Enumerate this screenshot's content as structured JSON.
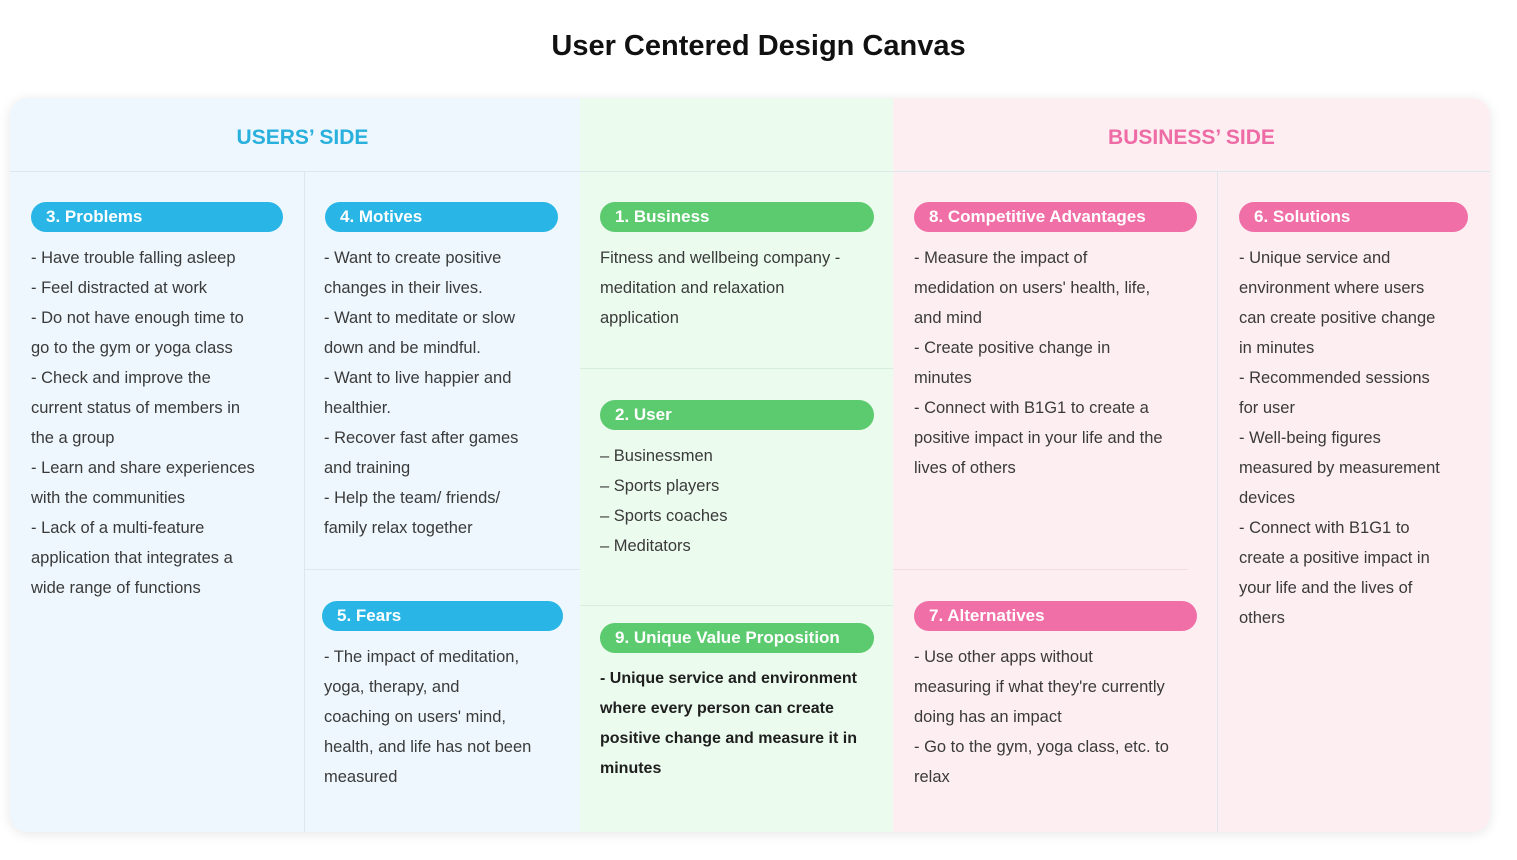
{
  "title": "User Centered Design Canvas",
  "sides": {
    "users": "USERS’ SIDE",
    "business": "BUSINESS’ SIDE"
  },
  "colors": {
    "users_accent": "#29b6e6",
    "center_accent": "#5cca6e",
    "business_accent": "#f06fa7"
  },
  "sections": {
    "problems": {
      "title": "3. Problems",
      "lines": [
        "- Have trouble falling asleep",
        "- Feel distracted at work",
        "- Do not have enough time to",
        "go to the gym or yoga class",
        "- Check and improve the",
        "current status of members in",
        "the a group",
        "- Learn and share experiences",
        "with the communities",
        "- Lack of a multi-feature",
        "application that integrates a",
        "wide range of functions"
      ]
    },
    "motives": {
      "title": "4. Motives",
      "lines": [
        "- Want to create positive",
        "changes in their lives.",
        "- Want to meditate or slow",
        "down and be mindful.",
        "- Want to live happier and",
        "healthier.",
        "- Recover fast after games",
        "and training",
        "- Help the team/ friends/",
        "family relax together"
      ]
    },
    "fears": {
      "title": "5. Fears",
      "lines": [
        "- The impact of meditation,",
        "yoga, therapy, and",
        "coaching on users' mind,",
        "health, and life has not been",
        "measured"
      ]
    },
    "business": {
      "title": "1. Business",
      "lines": [
        "Fitness and wellbeing company -",
        "meditation and relaxation",
        "application"
      ]
    },
    "user": {
      "title": "2. User",
      "lines": [
        "– Businessmen",
        "– Sports players",
        "– Sports coaches",
        "– Meditators"
      ]
    },
    "uvp": {
      "title": "9. Unique Value Proposition",
      "lines": [
        "- Unique service and environment",
        "where every person can create",
        "positive change and measure it in",
        "minutes"
      ]
    },
    "competitive": {
      "title": "8. Competitive Advantages",
      "lines": [
        "- Measure the impact of",
        "medidation on users' health, life,",
        "and mind",
        " - Create positive change in",
        "minutes",
        "- Connect with B1G1 to create a",
        "positive impact in your life and the",
        "lives of others"
      ]
    },
    "alternatives": {
      "title": "7. Alternatives",
      "lines": [
        "- Use other apps without",
        "measuring if what they're currently",
        "doing has an impact",
        " - Go to the gym, yoga class, etc. to",
        "relax"
      ]
    },
    "solutions": {
      "title": "6. Solutions",
      "lines": [
        "- Unique service and",
        "environment where users",
        "can create positive change",
        "in minutes",
        "- Recommended sessions",
        "for user",
        "- Well-being figures",
        "measured by measurement",
        "devices",
        "- Connect with B1G1 to",
        "create a positive impact in",
        "your life and the lives of",
        "others"
      ]
    }
  }
}
